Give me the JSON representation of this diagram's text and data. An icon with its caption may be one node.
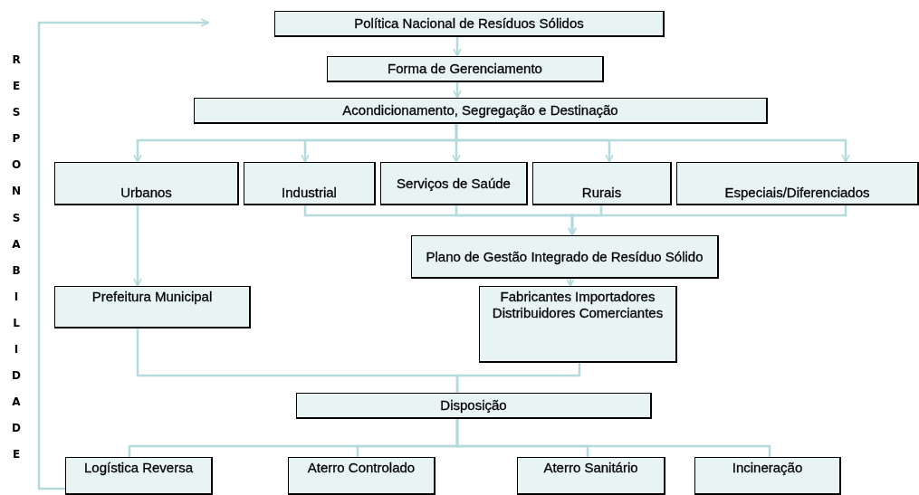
{
  "diagram": {
    "nodes": [
      {
        "text": [
          "Política Nacional de Resíduos Sólidos"
        ]
      },
      {
        "text": [
          "Forma de Gerenciamento"
        ]
      },
      {
        "text": [
          "Acondicionamento, Segregação e Destinação"
        ]
      },
      {
        "text": [
          "Urbanos"
        ]
      },
      {
        "text": [
          "Industrial"
        ]
      },
      {
        "text": [
          "Serviços de Saúde"
        ]
      },
      {
        "text": [
          "Rurais"
        ]
      },
      {
        "text": [
          "Especiais/Diferenciados"
        ]
      },
      {
        "text": [
          "Plano de Gestão Integrado de Resíduo Sólido"
        ]
      },
      {
        "text": [
          "Prefeitura Municipal"
        ]
      },
      {
        "text": [
          "Fabricantes Importadores Distribuidores Comerciantes"
        ]
      },
      {
        "text": [
          "Disposição"
        ]
      },
      {
        "text": [
          "Logística Reversa"
        ]
      },
      {
        "text": [
          "Aterro Controlado"
        ]
      },
      {
        "text": [
          "Aterro Sanitário"
        ]
      },
      {
        "text": [
          "Incineração"
        ]
      }
    ],
    "edges": [
      {
        "from": 0,
        "to": 1,
        "arrow": "to"
      },
      {
        "from": 1,
        "to": 2,
        "arrow": "to"
      },
      {
        "from": 2,
        "to": 3,
        "arrow": "to"
      },
      {
        "from": 2,
        "to": 4,
        "arrow": "to"
      },
      {
        "from": 2,
        "to": 5,
        "arrow": "to"
      },
      {
        "from": 2,
        "to": 6,
        "arrow": "to"
      },
      {
        "from": 2,
        "to": 7,
        "arrow": "to"
      },
      {
        "from": 4,
        "to": 8,
        "arrow": "to"
      },
      {
        "from": 5,
        "to": 8,
        "arrow": "to"
      },
      {
        "from": 6,
        "to": 8,
        "arrow": "to"
      },
      {
        "from": 7,
        "to": 8,
        "arrow": "to"
      },
      {
        "from": 3,
        "to": 9,
        "arrow": "to"
      },
      {
        "from": 8,
        "to": 10,
        "arrow": "to"
      },
      {
        "from": 9,
        "to": 11,
        "arrow": "none"
      },
      {
        "from": 10,
        "to": 11,
        "arrow": "none"
      },
      {
        "from": 11,
        "to": 12,
        "arrow": "none"
      },
      {
        "from": 11,
        "to": 13,
        "arrow": "none"
      },
      {
        "from": 11,
        "to": 14,
        "arrow": "none"
      },
      {
        "from": 11,
        "to": 15,
        "arrow": "none"
      },
      {
        "from": 12,
        "to": null,
        "arrow": "to"
      }
    ],
    "labels": [
      "RESPONSABILIDADE"
    ]
  }
}
